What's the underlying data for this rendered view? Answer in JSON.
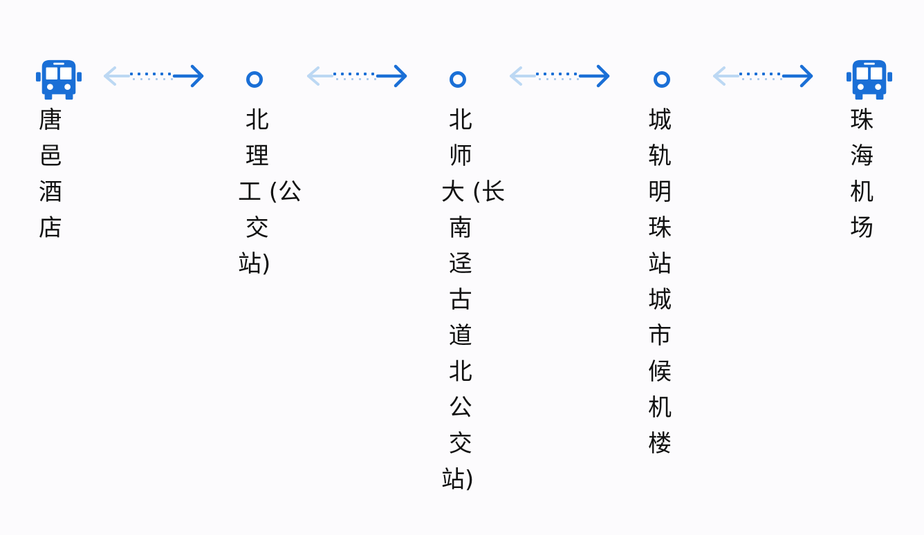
{
  "diagram": {
    "type": "bus-route",
    "accent_color": "#1a6fd6",
    "arrow_back_color": "#bcd8f3",
    "stops": [
      {
        "id": "stop-1",
        "icon": "bus-icon",
        "name": "唐邑酒店",
        "lines": [
          "唐",
          "邑",
          "酒",
          "店"
        ]
      },
      {
        "id": "stop-2",
        "icon": "ring-icon",
        "name": "北理工 (公交站)",
        "lines": [
          " 北",
          " 理",
          "工 (公",
          " 交",
          "站)"
        ]
      },
      {
        "id": "stop-3",
        "icon": "ring-icon",
        "name": "北师大 (长南迳古道北公交站)",
        "lines": [
          " 北",
          " 师",
          "大 (长",
          " 南",
          " 迳",
          " 古",
          " 道",
          " 北",
          " 公",
          " 交",
          "站)"
        ]
      },
      {
        "id": "stop-4",
        "icon": "ring-icon",
        "name": "城轨明珠站城市候机楼",
        "lines": [
          "城",
          "轨",
          "明",
          "珠",
          "站",
          "城",
          "市",
          "候",
          "机",
          "楼"
        ]
      },
      {
        "id": "stop-5",
        "icon": "bus-icon",
        "name": "珠海机场",
        "lines": [
          "珠",
          "海",
          "机",
          "场"
        ]
      }
    ],
    "connectors": [
      {
        "from": "stop-1",
        "to": "stop-2",
        "icon": "bidirectional-dashed-arrow-icon"
      },
      {
        "from": "stop-2",
        "to": "stop-3",
        "icon": "bidirectional-dashed-arrow-icon"
      },
      {
        "from": "stop-3",
        "to": "stop-4",
        "icon": "bidirectional-dashed-arrow-icon"
      },
      {
        "from": "stop-4",
        "to": "stop-5",
        "icon": "bidirectional-dashed-arrow-icon"
      }
    ]
  }
}
